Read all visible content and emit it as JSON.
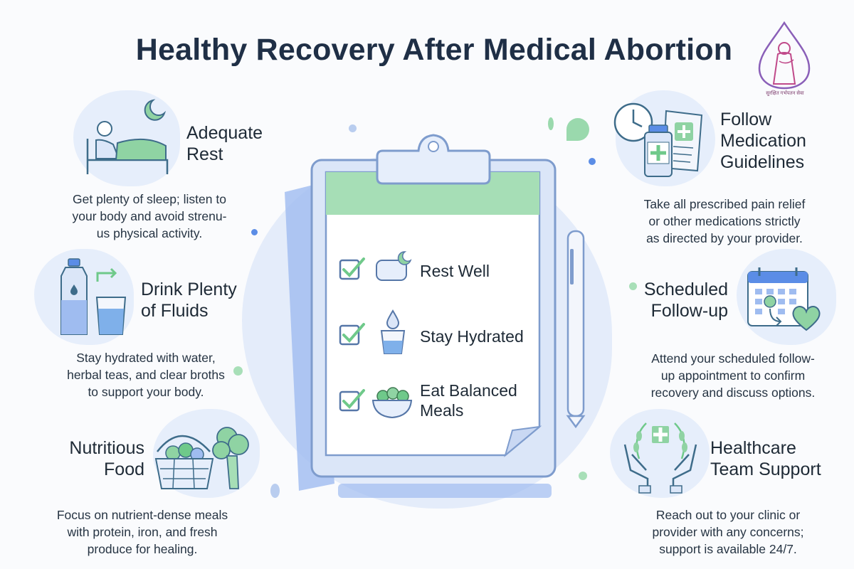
{
  "title": "Healthy Recovery After Medical Abortion",
  "logo": {
    "caption": "सुरक्षित गर्भपतन सेवा",
    "icon": "woman-in-drop-icon"
  },
  "colors": {
    "title": "#1f2f46",
    "accent_green": "#8fd3a3",
    "accent_blue": "#5b8de6",
    "blob": "#e6eefb"
  },
  "left_cards": [
    {
      "heading": "Adequate\nRest",
      "description": "Get plenty of sleep; listen to\nyour body and avoid strenu-\nus physical activity.",
      "icon": "resting-person-moon-icon"
    },
    {
      "heading": "Drink Plenty\nof Fluids",
      "description": "Stay hydrated with water,\nherbal teas, and clear broths\nto support your body.",
      "icon": "water-bottle-glass-icon"
    },
    {
      "heading": "Nutritious\nFood",
      "description": "Focus on nutrient-dense meals\nwith protein, iron, and fresh\nproduce for healing.",
      "icon": "fruit-basket-broccoli-icon"
    }
  ],
  "right_cards": [
    {
      "heading": "Follow\nMedication\nGuidelines",
      "description": "Take all prescribed pain relief\nor other medications strictly\nas directed by your provider.",
      "icon": "clock-medicine-bottle-icon"
    },
    {
      "heading": "Scheduled\nFollow-up",
      "description": "Attend your scheduled follow-\nup appointment to confirm\nrecovery and discuss options.",
      "icon": "calendar-heart-icon"
    },
    {
      "heading": "Healthcare\nTeam Support",
      "description": "Reach out to your clinic or\nprovider with any concerns;\nsupport is available 24/7.",
      "icon": "caring-hands-cross-icon"
    }
  ],
  "checklist": {
    "items": [
      {
        "label": "Rest Well",
        "checked": true,
        "icon": "pillow-moon-icon"
      },
      {
        "label": "Stay Hydrated",
        "checked": true,
        "icon": "water-glass-drop-icon"
      },
      {
        "label": "Eat Balanced\nMeals",
        "checked": true,
        "icon": "salad-bowl-icon"
      }
    ]
  }
}
